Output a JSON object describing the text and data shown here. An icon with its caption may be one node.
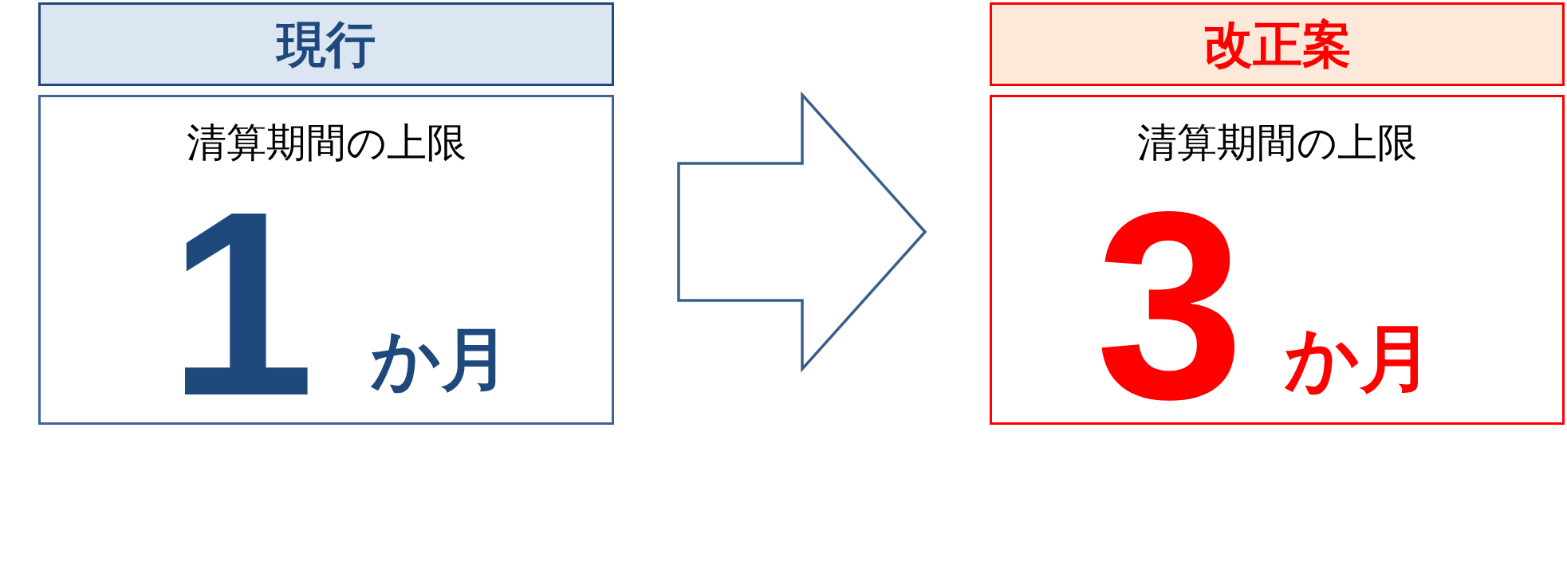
{
  "diagram": {
    "nodes": [
      {
        "text": [
          "現行"
        ]
      },
      {
        "text": [
          "清算期間の上限",
          "1",
          "か月"
        ]
      },
      {
        "text": [
          "改正案"
        ]
      },
      {
        "text": [
          "清算期間の上限",
          "3",
          "か月"
        ]
      }
    ],
    "edges": [
      {
        "from": 1,
        "to": 3,
        "arrow": "to"
      }
    ]
  }
}
